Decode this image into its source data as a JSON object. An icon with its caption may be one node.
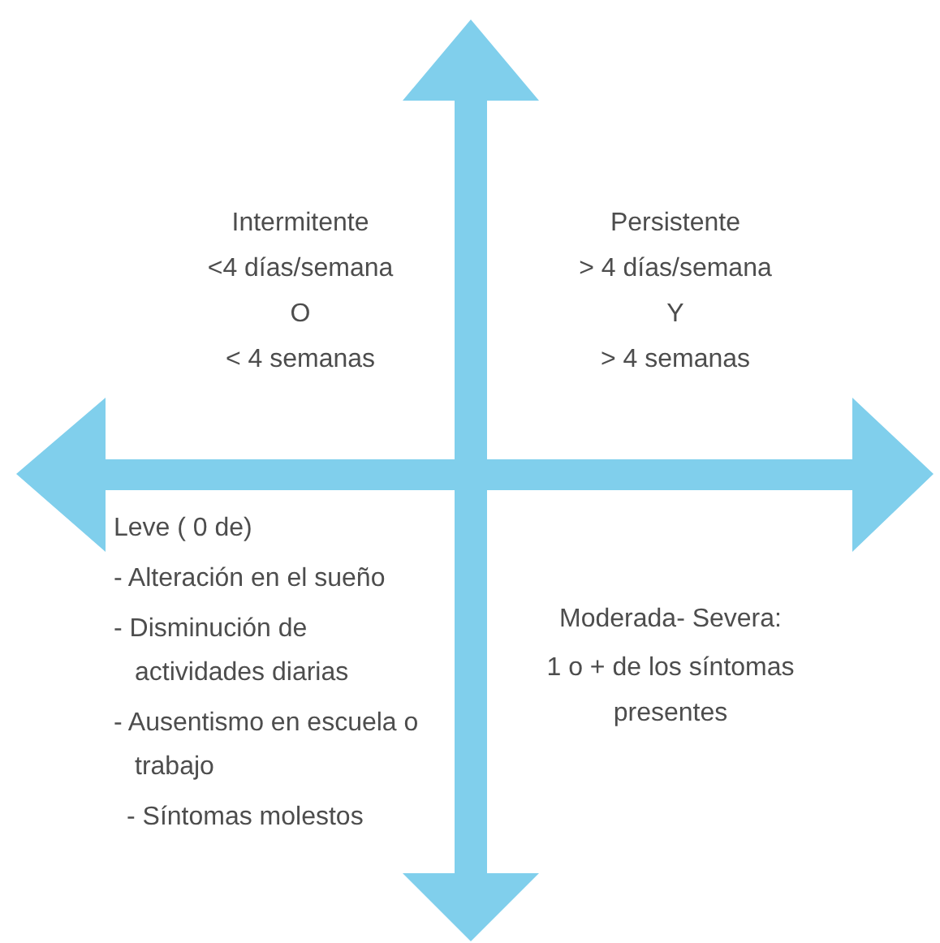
{
  "diagram": {
    "labels": [
      "Intermitente",
      "<4 días/semana",
      "O",
      "< 4 semanas",
      "Persistente",
      "> 4 días/semana",
      "Y",
      "> 4 semanas",
      "Leve ( 0 de)",
      "- Alteración en el sueño",
      "- Disminución de actividades diarias",
      "- Ausentismo en escuela o trabajo",
      "- Síntomas molestos",
      "Moderada- Severa:",
      "1 o + de los síntomas presentes"
    ]
  }
}
